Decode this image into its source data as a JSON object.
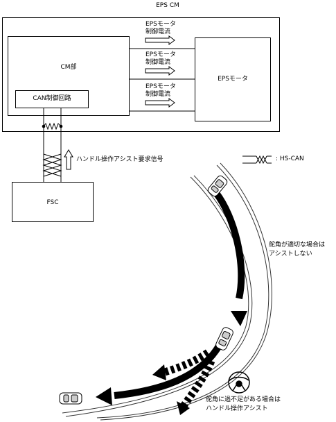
{
  "diagram": {
    "eps_cm_title": "EPS CM",
    "cm_block": "CM部",
    "can_circuit": "CAN制御回路",
    "eps_motor": "EPSモータ",
    "current_labels": [
      {
        "line1": "EPSモータ",
        "line2": "制御電流"
      },
      {
        "line1": "EPSモータ",
        "line2": "制御電流"
      },
      {
        "line1": "EPSモータ",
        "line2": "制御電流"
      }
    ],
    "fsc": "FSC",
    "assist_request_signal": "ハンドル操作アシスト要求信号",
    "legend": {
      "label": ": HS-CAN"
    },
    "note_no_assist": {
      "line1": "舵角が適切な場合は",
      "line2": "アシストしない"
    },
    "note_assist": {
      "line1": "舵角に過不足がある場合は",
      "line2": "ハンドル操作アシスト"
    },
    "colors": {
      "line": "#000000",
      "road_edge": "#333333",
      "arrow_fill": "#000000",
      "car_fill": "#ffffff"
    }
  }
}
